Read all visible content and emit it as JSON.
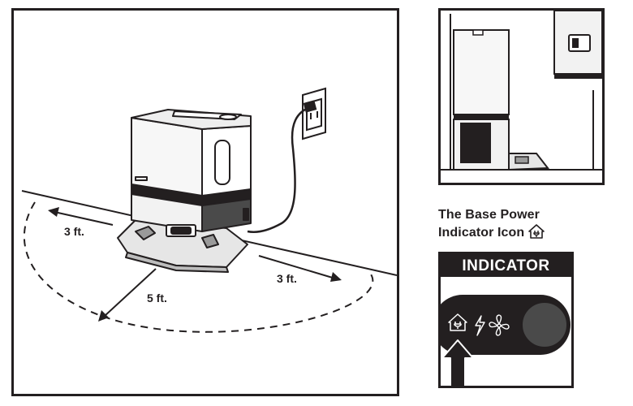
{
  "diagram": {
    "left_distance_label": "3 ft.",
    "front_distance_label": "5 ft.",
    "right_distance_label": "3 ft."
  },
  "caption": {
    "line1": "The Base Power",
    "line2": "Indicator Icon"
  },
  "indicator": {
    "header": "INDICATOR",
    "icons": [
      "home-power-icon",
      "lightning-icon",
      "fan-icon"
    ],
    "panel_color": "#231f20"
  }
}
